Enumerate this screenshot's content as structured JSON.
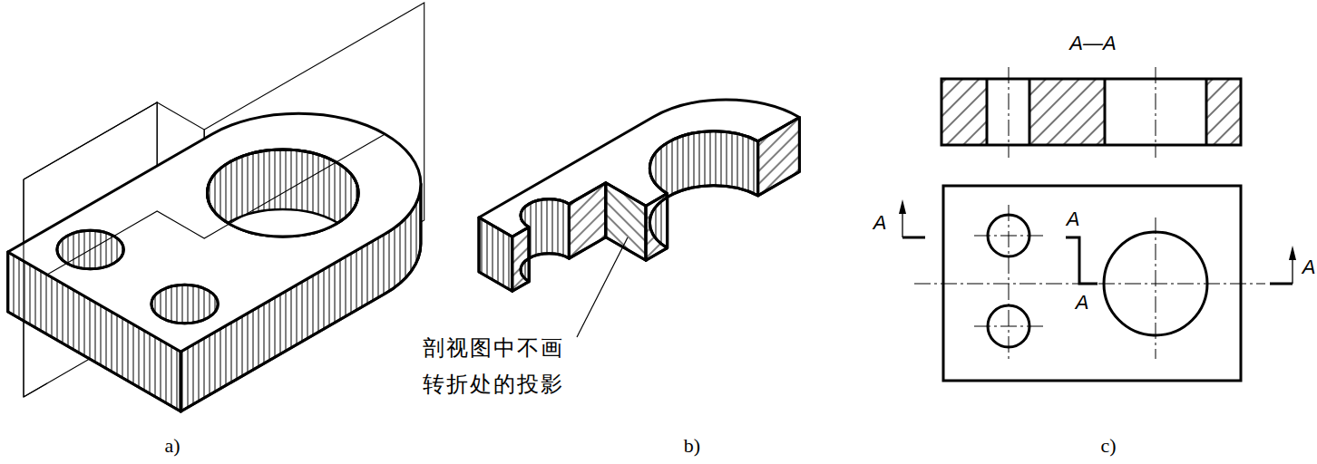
{
  "diagram": {
    "labels": [
      "剖视图中不画 转折处的投影",
      "A—A",
      "A",
      "A",
      "A",
      "A",
      "a)",
      "b)",
      "c)"
    ]
  }
}
